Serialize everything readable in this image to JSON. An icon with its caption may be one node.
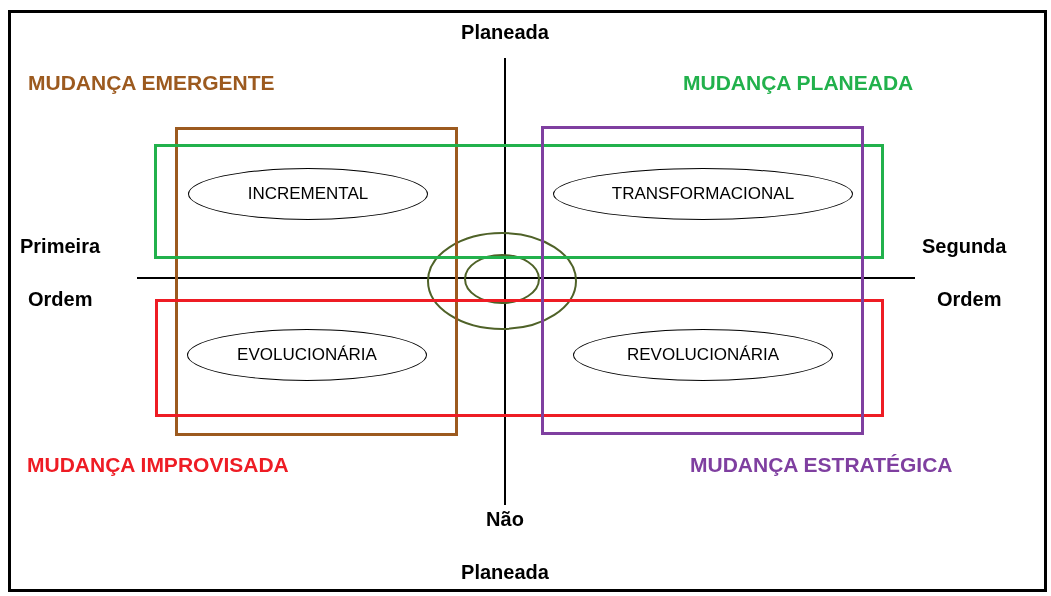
{
  "diagram": {
    "nodes": [
      {
        "text": [
          "MUDANÇA EMERGENTE"
        ]
      },
      {
        "text": [
          "MUDANÇA PLANEADA"
        ]
      },
      {
        "text": [
          "INCREMENTAL"
        ]
      },
      {
        "text": [
          "TRANSFORMACIONAL"
        ]
      },
      {
        "text": [
          "MUDANÇA IMPROVISADA"
        ]
      },
      {
        "text": [
          "MUDANÇA ESTRATÉGICA"
        ]
      },
      {
        "text": [
          "EVOLUCIONÁRIA"
        ]
      },
      {
        "text": [
          "REVOLUCIONÁRIA"
        ]
      }
    ],
    "labels": [
      "Planeada",
      "Primeira",
      "Segunda",
      "Ordem",
      "Ordem",
      "Não",
      "Planeada"
    ]
  }
}
